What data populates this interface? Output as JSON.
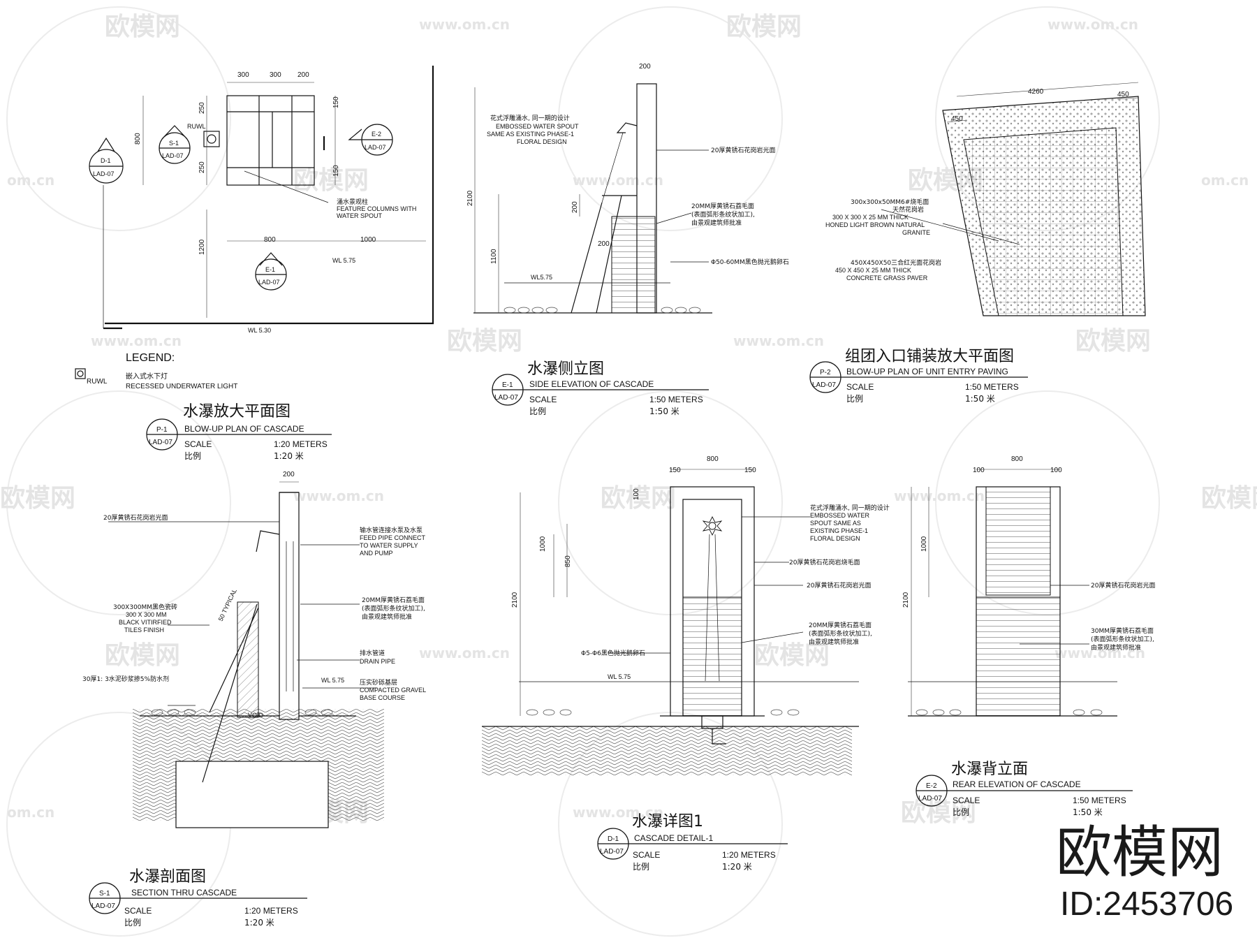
{
  "watermarks": {
    "brand": "欧模网",
    "url": "www.om.cn",
    "partial": "om.cn"
  },
  "brand_mark": {
    "name": "欧模网",
    "id": "ID:2453706"
  },
  "legend": {
    "heading": "LEGEND:",
    "symbol": "RUWL",
    "item_cn": "嵌入式水下灯",
    "item_en": "RECESSED UNDERWATER LIGHT"
  },
  "scale_label": "SCALE",
  "ratio_label": "比例",
  "drawings": {
    "p1": {
      "cn": "水瀑放大平面图",
      "en": "BLOW-UP PLAN OF CASCADE",
      "tag": "P-1",
      "sheet": "LAD-07",
      "scale": "1:20 METERS",
      "ratio": "1:20 米"
    },
    "e1": {
      "cn": "水瀑侧立图",
      "en": "SIDE ELEVATION OF CASCADE",
      "tag": "E-1",
      "sheet": "LAD-07",
      "scale": "1:50 METERS",
      "ratio": "1:50 米"
    },
    "p2": {
      "cn": "组团入口铺装放大平面图",
      "en": "BLOW-UP PLAN OF UNIT ENTRY PAVING",
      "tag": "P-2",
      "sheet": "LAD-07",
      "scale": "1:50 METERS",
      "ratio": "1:50 米"
    },
    "s1": {
      "cn": "水瀑剖面图",
      "en": "SECTION THRU CASCADE",
      "tag": "S-1",
      "sheet": "LAD-07",
      "scale": "1:20 METERS",
      "ratio": "1:20 米"
    },
    "d1": {
      "cn": "水瀑详图1",
      "en": "CASCADE DETAIL-1",
      "tag": "D-1",
      "sheet": "LAD-07",
      "scale": "1:20 METERS",
      "ratio": "1:20 米"
    },
    "e2": {
      "cn": "水瀑背立面",
      "en": "REAR ELEVATION OF CASCADE",
      "tag": "E-2",
      "sheet": "LAD-07",
      "scale": "1:50 METERS",
      "ratio": "1:50 米"
    }
  },
  "plan_notes": {
    "ruwl": "RUWL",
    "columns_cn": "涌水景观柱",
    "columns_en1": "FEATURE COLUMNS WITH",
    "columns_en2": "WATER SPOUT",
    "wl_low": "WL 5.30",
    "wl_high": "WL 5.75",
    "markers": [
      {
        "tag": "D-1",
        "sheet": "LAD-07"
      },
      {
        "tag": "S-1",
        "sheet": "LAD-07"
      },
      {
        "tag": "E-2",
        "sheet": "LAD-07"
      },
      {
        "tag": "E-1",
        "sheet": "LAD-07"
      }
    ],
    "dims": [
      "300",
      "300",
      "200",
      "800",
      "250",
      "250",
      "150",
      "150",
      "1200",
      "800",
      "1000"
    ]
  },
  "side_notes": {
    "spout_cn": "花式浮雕涌水, 同一期的设计",
    "spout_en1": "EMBOSSED WATER SPOUT",
    "spout_en2": "SAME AS EXISTING PHASE-1",
    "spout_en3": "FLORAL DESIGN",
    "granite_polish": "20厚黄锈石花岗岩光面",
    "granite_rough1": "20MM厚黄锈石荔毛面",
    "granite_rough2": "(表面弧形条纹状加工),",
    "granite_rough3": "由景观建筑师批准",
    "pebbles": "Φ50-60MM黑色抛光鹅卵石",
    "wl": "WL5.75",
    "dims": [
      "200",
      "2100",
      "200",
      "1100",
      "200"
    ]
  },
  "paving_notes": {
    "tile_cn1": "300x300x50MM6#烧毛面",
    "tile_cn2": "天然花岗岩",
    "tile_en1": "300 X 300 X 25 MM THICK",
    "tile_en2": "HONED LIGHT BROWN NATURAL",
    "tile_en3": "GRANITE",
    "paver_cn": "450X450X50三合红光面花岗岩",
    "paver_en1": "450 X 450 X 25 MM THICK",
    "paver_en2": "CONCRETE GRASS PAVER",
    "dims": [
      "4260",
      "450",
      "450"
    ]
  },
  "section_notes": {
    "granite": "20厚黄锈石花岗岩光面",
    "feed_cn": "输水管连接水泵及水泵",
    "feed_en1": "FEED PIPE CONNECT",
    "feed_en2": "TO WATER SUPPLY",
    "feed_en3": "AND PUMP",
    "tile_cn": "300X300MM黑色瓷砖",
    "tile_en1": "300 X 300 MM",
    "tile_en2": "BLACK VITIRFIED",
    "tile_en3": "TILES FINISH",
    "typical": "50 TYPICAL",
    "rough_cn1": "20MM厚黄锈石荔毛面",
    "rough_cn2": "(表面弧形条纹状加工),",
    "rough_cn3": "由景观建筑师批准",
    "drain_cn": "排水管道",
    "drain_en": "DRAIN PIPE",
    "mortar": "30厚1: 3水泥砂浆掺5%防水剂",
    "gravel_cn": "压实砂砾基层",
    "gravel_en1": "COMPACTED GRAVEL",
    "gravel_en2": "BASE COURSE",
    "wl": "WL 5.75",
    "void": "VOID",
    "dims": [
      "200"
    ]
  },
  "detail_notes": {
    "spout_cn": "花式浮雕涌水, 同一期的设计",
    "spout_en1": "EMBOSSED WATER",
    "spout_en2": "SPOUT SAME AS",
    "spout_en3": "EXISTING PHASE-1",
    "spout_en4": "FLORAL DESIGN",
    "granite_burnt": "20厚黄锈石花岗岩烧毛面",
    "granite_polish": "20厚黄锈石花岗岩光面",
    "rough_cn1": "20MM厚黄锈石荔毛面",
    "rough_cn2": "(表面弧形条纹状加工),",
    "rough_cn3": "由景观建筑师批准",
    "pebbles": "Φ5-Φ6黑色抛光鹅卵石",
    "wl": "WL 5.75",
    "dims": [
      "800",
      "150",
      "150",
      "100",
      "1000",
      "850",
      "2100"
    ]
  },
  "rear_notes": {
    "granite_polish": "20厚黄锈石花岗岩光面",
    "rough_cn1": "30MM厚黄锈石荔毛面",
    "rough_cn2": "(表面弧形条纹状加工),",
    "rough_cn3": "由景观建筑师批准",
    "dims": [
      "800",
      "100",
      "100",
      "1000",
      "2100"
    ]
  }
}
